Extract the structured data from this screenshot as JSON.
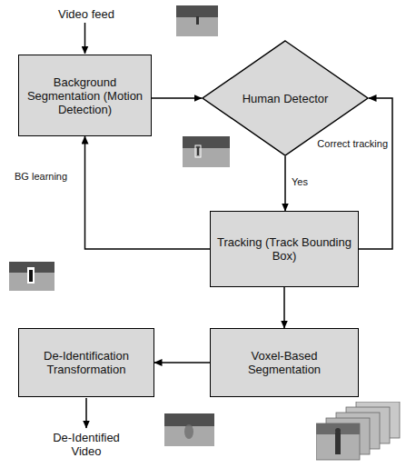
{
  "diagram": {
    "nodes": [
      {
        "text": [
          "Background Segmentation (Motion Detection)"
        ]
      },
      {
        "text": [
          "Human Detector"
        ]
      },
      {
        "text": [
          "Tracking (Track Bounding Box)"
        ]
      },
      {
        "text": [
          "De-Identification Transformation"
        ]
      },
      {
        "text": [
          "Voxel-Based Segmentation"
        ]
      }
    ],
    "edges": [
      {
        "from": 0,
        "to": 1,
        "arrow": "to"
      },
      {
        "from": 1,
        "to": 2,
        "label": "Yes",
        "arrow": "to"
      },
      {
        "from": 2,
        "to": 1,
        "label": "Correct tracking",
        "arrow": "to"
      },
      {
        "from": 2,
        "to": 0,
        "label": "BG learning",
        "arrow": "to"
      },
      {
        "from": 2,
        "to": 4,
        "arrow": "to"
      },
      {
        "from": 4,
        "to": 3,
        "arrow": "to"
      }
    ],
    "labels": [
      "Video feed",
      "De-Identified Video"
    ]
  }
}
